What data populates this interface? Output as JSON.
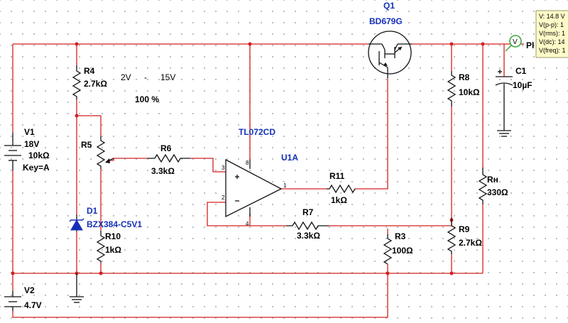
{
  "components": {
    "v1": {
      "ref": "V1",
      "value": "18V",
      "pot_value": "10kΩ",
      "key": "Key=A"
    },
    "v2": {
      "ref": "V2",
      "value": "4.7V"
    },
    "r4": {
      "ref": "R4",
      "value": "2.7kΩ"
    },
    "r5": {
      "ref": "R5"
    },
    "r6": {
      "ref": "R6",
      "value": "3.3kΩ"
    },
    "r7": {
      "ref": "R7",
      "value": "3.3kΩ"
    },
    "r8": {
      "ref": "R8",
      "value": "10kΩ"
    },
    "r9": {
      "ref": "R9",
      "value": "2.7kΩ"
    },
    "r3": {
      "ref": "R3",
      "value": "100Ω"
    },
    "r10": {
      "ref": "R10",
      "value": "1kΩ"
    },
    "r11": {
      "ref": "R11",
      "value": "1kΩ"
    },
    "rh": {
      "ref": "Rн",
      "value": "330Ω"
    },
    "c1": {
      "ref": "C1",
      "value": "10µF"
    },
    "d1": {
      "ref": "D1",
      "part": "BZX384-C5V1"
    },
    "q1": {
      "ref": "Q1",
      "part": "BD679G"
    },
    "u1": {
      "ref": "U1A",
      "part": "TL072CD",
      "pin_in_plus": "3",
      "pin_in_minus": "2",
      "pin_out": "1",
      "pin_vcc": "8",
      "pin_vee": "4"
    }
  },
  "annotations": {
    "range_low": "2V",
    "range_dash": "-",
    "range_high": "15V",
    "percent": "100 %"
  },
  "probe": {
    "label": "Pl",
    "symbol": "V",
    "lines": [
      "V: 14.8 V",
      "V(p-p): 1",
      "V(rms): 1",
      "V(dc): 14",
      "V(freq): 1"
    ]
  },
  "colors": {
    "wire": "#d42020",
    "ref_label": "#1530b8",
    "probe_bg": "#fffbc8",
    "probe_ring": "#3aa83a"
  }
}
